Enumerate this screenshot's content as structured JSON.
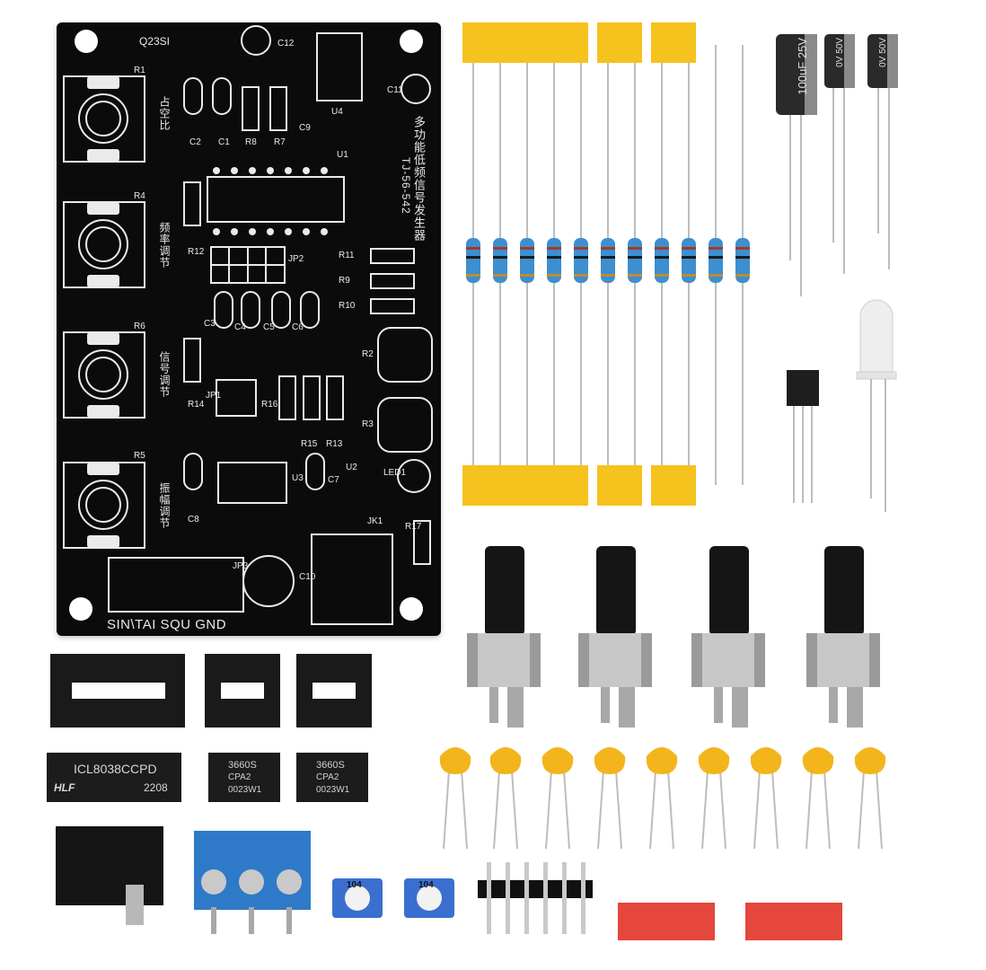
{
  "board": {
    "code": "Q23SI",
    "title_cn": "多功能低频信号发生器",
    "model": "TJ-56-542",
    "knob_labels": [
      "占空比",
      "频率调节",
      "信号调节",
      "振幅调节"
    ],
    "output_label": "SIN\\TAI SQU GND",
    "refs": {
      "r1": "R1",
      "r4": "R4",
      "r6": "R6",
      "r5": "R5",
      "r2": "R2",
      "r3": "R3",
      "r7": "R7",
      "r8": "R8",
      "r9": "R9",
      "r10": "R10",
      "r11": "R11",
      "r12": "R12",
      "r13": "R13",
      "r14": "R14",
      "r15": "R15",
      "r16": "R16",
      "r17": "R17",
      "c1": "C1",
      "c2": "C2",
      "c3": "C3",
      "c4": "C4",
      "c5": "C5",
      "c6": "C6",
      "c7": "C7",
      "c8": "C8",
      "c9": "C9",
      "c10": "C10",
      "c11": "C11",
      "c12": "C12",
      "u1": "U1",
      "u2": "U2",
      "u3": "U3",
      "u4": "U4",
      "jp1": "JP1",
      "jp2": "JP2",
      "jp3": "JP3",
      "jk1": "JK1",
      "led1": "LED1"
    }
  },
  "capacitors": [
    {
      "text": "100uF 25V"
    },
    {
      "text": "0V 50V"
    },
    {
      "text": "0V 50V"
    }
  ],
  "chips": [
    {
      "brand": "HLF",
      "part": "ICL8038CCPD",
      "code": "2208"
    },
    {
      "part": "3660S",
      "code": "CPA2",
      "lot": "0023W1"
    },
    {
      "part": "3660S",
      "code": "CPA2",
      "lot": "0023W1"
    }
  ],
  "trimmers": [
    {
      "value": "104"
    },
    {
      "value": "104"
    }
  ],
  "colors": {
    "pcb": "#0b0b0b",
    "silkscreen": "#eaeaea",
    "tape": "#f6c21e",
    "ceramic_cap": "#f3b51b",
    "terminal_block": "#2f7ac8",
    "jumper": "#e5473c"
  }
}
